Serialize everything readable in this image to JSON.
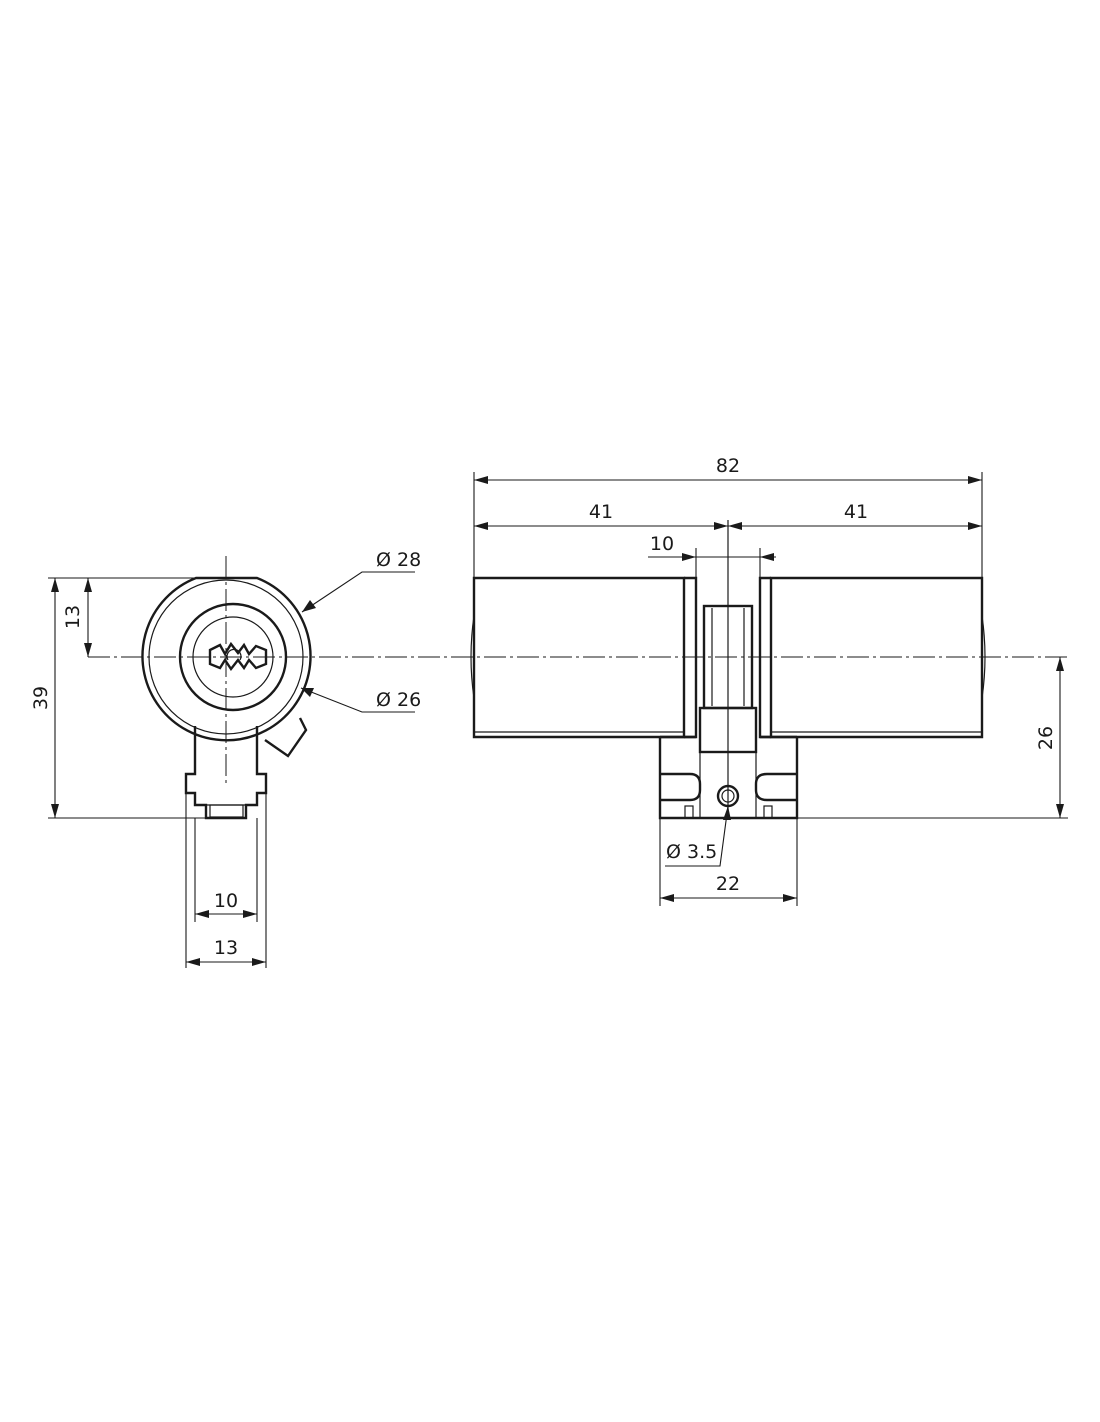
{
  "front_view": {
    "dia_outer": "Ø 28",
    "dia_inner": "Ø 26",
    "height_total": "39",
    "height_top": "13",
    "cam_width_inner": "10",
    "cam_width_outer": "13"
  },
  "side_view": {
    "length_total": "82",
    "length_left": "41",
    "length_right": "41",
    "cam_slot": "10",
    "height_lower": "26",
    "screw_hole": "Ø 3.5",
    "base_width": "22"
  }
}
